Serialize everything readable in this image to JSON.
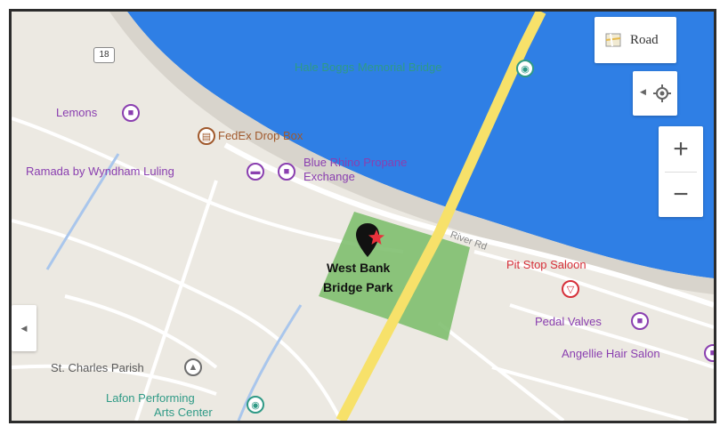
{
  "map": {
    "map_type_label": "Road",
    "roads": {
      "route_shield": "18",
      "river_rd": "River Rd"
    },
    "bridge_label": "Hale Boggs Memorial Bridge",
    "places": {
      "lemons": "Lemons",
      "fedex": "FedEx Drop Box",
      "ramada": "Ramada by Wyndham Luling",
      "blue_rhino_line1": "Blue Rhino Propane",
      "blue_rhino_line2": "Exchange",
      "park_line1": "West Bank",
      "park_line2": "Bridge Park",
      "pit_stop": "Pit Stop Saloon",
      "pedal_valves": "Pedal Valves",
      "angellie": "Angellie Hair Salon",
      "st_charles": "St. Charles Parish",
      "lafon_line1": "Lafon Performing",
      "lafon_line2": "Arts Center"
    },
    "colors": {
      "water": "#2f7fe5",
      "land": "#ece9e2",
      "park": "#7fbf6f",
      "highway": "#f7e16a",
      "shore": "#d8d4cc"
    },
    "icons": {
      "lemons": "shopping-bag-icon",
      "fedex": "mailbox-icon",
      "ramada": "bed-icon",
      "blue_rhino": "shopping-bag-icon",
      "park": "red-star-marker-icon",
      "pit_stop": "drink-icon",
      "pedal_valves": "shopping-bag-icon",
      "st_charles": "government-building-icon",
      "lafon": "theater-icon",
      "bridge": "camera-icon"
    }
  }
}
